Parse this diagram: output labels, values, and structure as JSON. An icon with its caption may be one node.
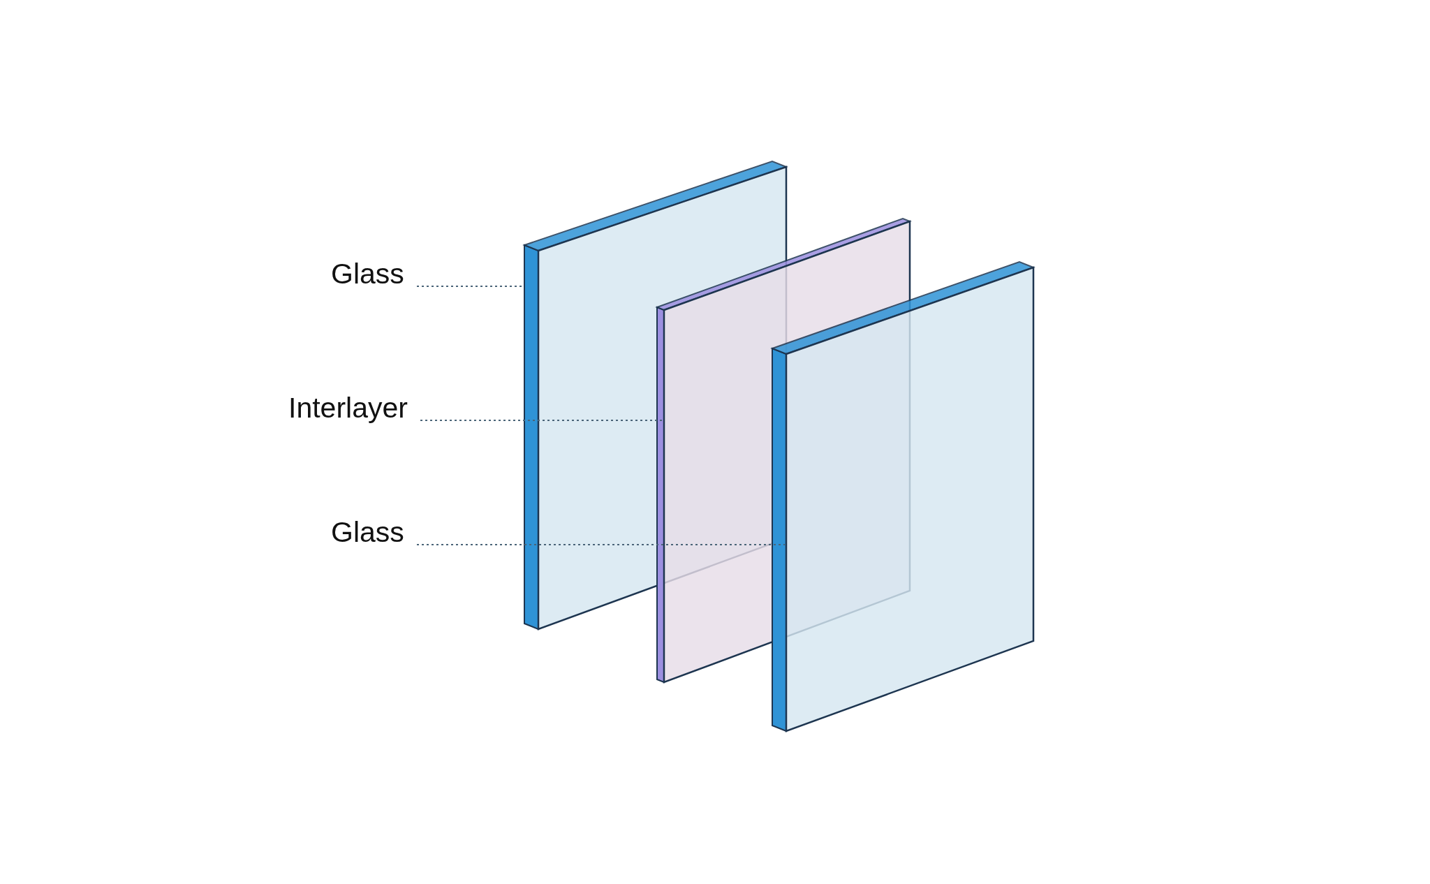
{
  "diagram": {
    "nodes": [
      {
        "text": [
          "Glass"
        ]
      },
      {
        "text": [
          "Interlayer"
        ]
      },
      {
        "text": [
          "Glass"
        ]
      },
      {
        "text": [],
        "shape": "box"
      },
      {
        "text": [],
        "shape": "box"
      },
      {
        "text": [],
        "shape": "box"
      }
    ],
    "edges": [
      {
        "from": 0,
        "to": 3,
        "arrow": "none",
        "style": "dashed"
      },
      {
        "from": 1,
        "to": 4,
        "arrow": "none",
        "style": "dashed"
      },
      {
        "from": 2,
        "to": 5,
        "arrow": "none",
        "style": "dashed"
      }
    ]
  }
}
